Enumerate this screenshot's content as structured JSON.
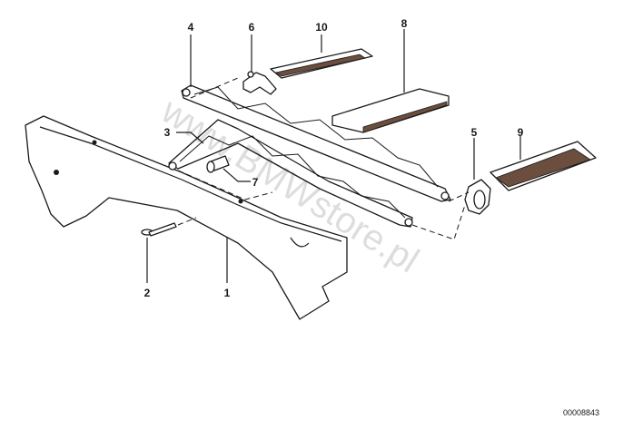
{
  "callouts": {
    "c1": "1",
    "c2": "2",
    "c3": "3",
    "c4": "4",
    "c5": "5",
    "c6": "6",
    "c7": "7",
    "c8": "8",
    "c9": "9",
    "c10": "10"
  },
  "reference_number": "00008843",
  "watermark": "www.BMWstore.pl",
  "colors": {
    "line": "#1a1a1a",
    "pad_fill": "#6b4e3d",
    "background": "#ffffff"
  }
}
